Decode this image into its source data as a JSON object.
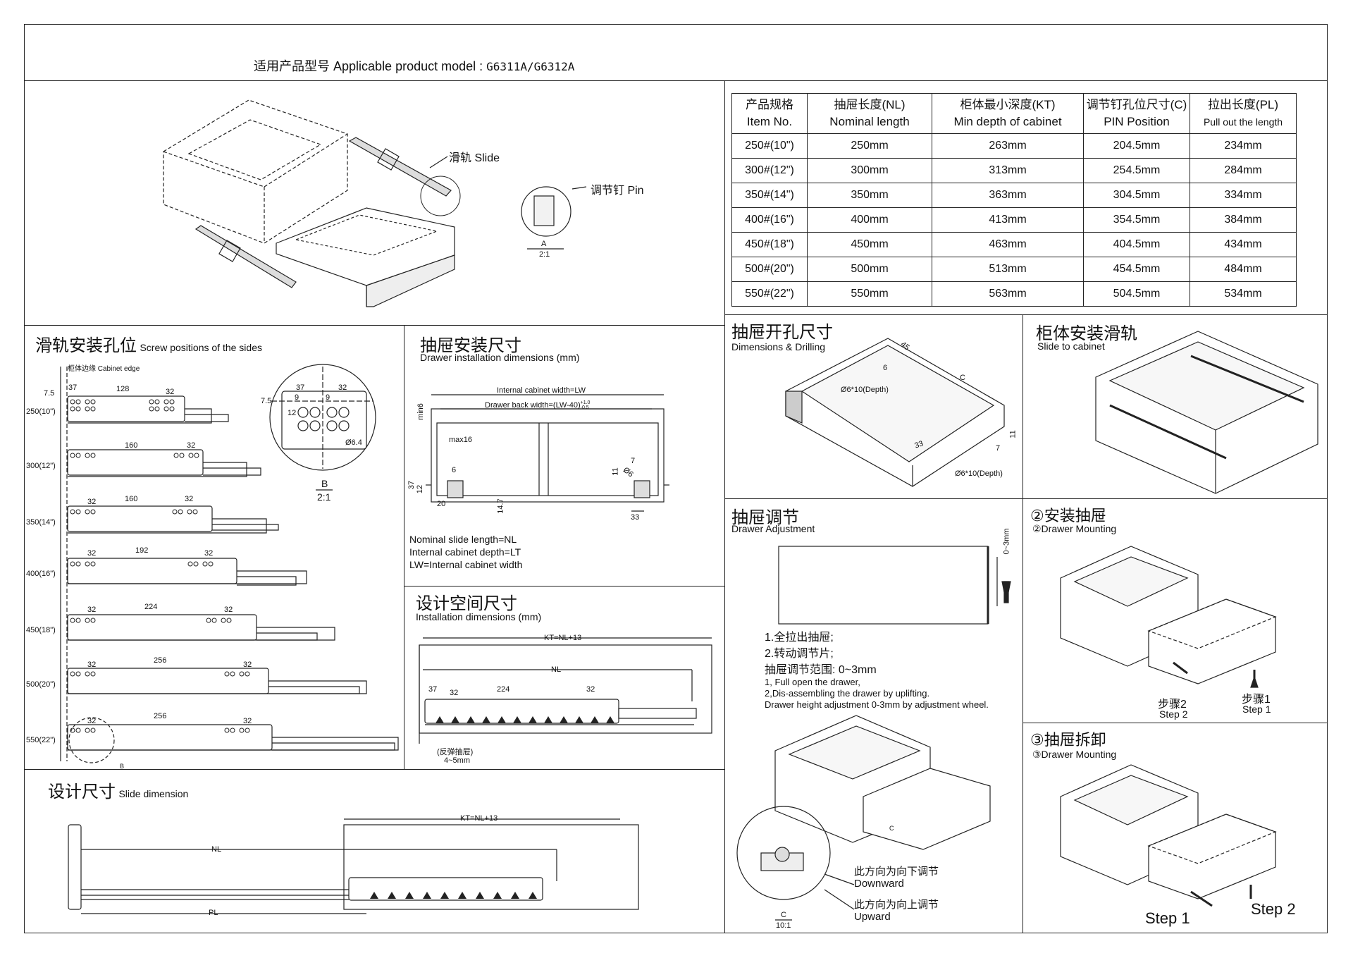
{
  "header": {
    "title_cn": "适用产品型号",
    "title_en": "Applicable product model :",
    "models": "G6311A/G6312A"
  },
  "overview": {
    "slide_label": "滑轨 Slide",
    "pin_label": "调节钉 Pin",
    "detail_a": "A",
    "detail_a_scale": "2:1"
  },
  "table": {
    "headers": [
      {
        "cn": "产品规格",
        "en": "Item No."
      },
      {
        "cn": "抽屉长度(NL)",
        "en": "Nominal length"
      },
      {
        "cn": "柜体最小深度(KT)",
        "en": "Min depth of cabinet"
      },
      {
        "cn": "调节钉孔位尺寸(C)",
        "en": "PIN Position"
      },
      {
        "cn": "拉出长度(PL)",
        "en": "Pull out the length"
      }
    ],
    "rows": [
      [
        "250#(10\")",
        "250mm",
        "263mm",
        "204.5mm",
        "234mm"
      ],
      [
        "300#(12\")",
        "300mm",
        "313mm",
        "254.5mm",
        "284mm"
      ],
      [
        "350#(14\")",
        "350mm",
        "363mm",
        "304.5mm",
        "334mm"
      ],
      [
        "400#(16\")",
        "400mm",
        "413mm",
        "354.5mm",
        "384mm"
      ],
      [
        "450#(18\")",
        "450mm",
        "463mm",
        "404.5mm",
        "434mm"
      ],
      [
        "500#(20\")",
        "500mm",
        "513mm",
        "454.5mm",
        "484mm"
      ],
      [
        "550#(22\")",
        "550mm",
        "563mm",
        "504.5mm",
        "534mm"
      ]
    ]
  },
  "screw": {
    "title_cn": "滑轨安装孔位",
    "title_en": "Screw positions of the sides",
    "cabinet_edge": "柜体边缘 Cabinet edge",
    "dim_75": "7.5",
    "rows": [
      {
        "label": "250(10\")",
        "dims": [
          "37",
          "128",
          "32"
        ]
      },
      {
        "label": "300(12\")",
        "dims": [
          "160",
          "32"
        ]
      },
      {
        "label": "350(14\")",
        "dims": [
          "32",
          "160",
          "32"
        ]
      },
      {
        "label": "400(16\")",
        "dims": [
          "32",
          "192",
          "32"
        ]
      },
      {
        "label": "450(18\")",
        "dims": [
          "32",
          "224",
          "32"
        ]
      },
      {
        "label": "500(20\")",
        "dims": [
          "32",
          "256",
          "32"
        ]
      },
      {
        "label": "550(22\")",
        "dims": [
          "32",
          "256",
          "32"
        ]
      }
    ],
    "detail_b": "B",
    "detail_b_scale": "2:1",
    "detail_b_dims": [
      "37",
      "32",
      "9",
      "9",
      "7.5",
      "12",
      "Ø6.4"
    ],
    "b_marker": "B"
  },
  "drawer_install": {
    "title_cn": "抽屉安装尺寸",
    "title_en": "Drawer installation dimensions (mm)",
    "lw_label": "Internal cabinet width=LW",
    "back_label": "Drawer back width=(LW-40)",
    "tol_plus": "+1.0",
    "tol_minus": "-0.5",
    "min6": "min6",
    "max16": "max16",
    "dims": [
      "6",
      "37",
      "12",
      "20",
      "14.7",
      "7",
      "11",
      "Ø6",
      "33"
    ],
    "notes": [
      "Nominal slide length=NL",
      "Internal cabinet depth=LT",
      "LW=Internal cabinet width"
    ]
  },
  "design_space": {
    "title_cn": "设计空间尺寸",
    "title_en": "Installation dimensions (mm)",
    "kt": "KT=NL+13",
    "nl": "NL",
    "dims": [
      "37",
      "32",
      "224",
      "32"
    ],
    "rebound_cn": "(反弹抽屉)",
    "rebound_dim": "4~5mm"
  },
  "slide_dim": {
    "title_cn": "设计尺寸",
    "title_en": "Slide dimension",
    "kt": "KT=NL+13",
    "nl": "NL",
    "pl": "PL"
  },
  "drilling": {
    "title_cn": "抽屉开孔尺寸",
    "title_en": "Dimensions & Drilling",
    "dims": [
      "45",
      "6",
      "C",
      "11",
      "7",
      "33"
    ],
    "hole1": "Ø6*10(Depth)",
    "hole2": "Ø6*10(Depth)"
  },
  "slide_cabinet": {
    "title_cn": "柜体安装滑轨",
    "title_en": "Slide to cabinet"
  },
  "adjust": {
    "title_cn": "抽屉调节",
    "title_en": "Drawer Adjustment",
    "range": "0~3mm",
    "steps_cn": [
      "1.全拉出抽屉;",
      "2.转动调节片;",
      "抽屉调节范围: 0~3mm"
    ],
    "steps_en": [
      "1, Full open the drawer,",
      "2,Dis-assembling the drawer by uplifting.",
      "Drawer height adjustment 0-3mm by adjustment wheel."
    ],
    "down_cn": "此方向为向下调节",
    "down_en": "Downward",
    "up_cn": "此方向为向上调节",
    "up_en": "Upward",
    "detail_c": "C",
    "detail_c_scale": "10:1",
    "c_marker": "C"
  },
  "mount": {
    "title_cn": "②安装抽屉",
    "title_en": "②Drawer Mounting",
    "step2_cn": "步骤2",
    "step2_en": "Step 2",
    "step1_cn": "步骤1",
    "step1_en": "Step 1"
  },
  "remove": {
    "title_cn": "③抽屉拆卸",
    "title_en": "③Drawer Mounting",
    "step1": "Step 1",
    "step2": "Step 2"
  }
}
